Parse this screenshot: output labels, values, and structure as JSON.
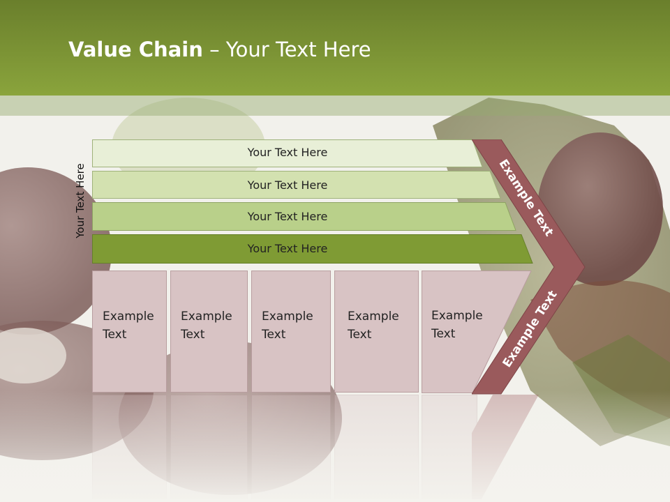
{
  "title": {
    "bold": "Value Chain",
    "rest": " – Your Text Here"
  },
  "side_label": "Your Text Here",
  "rows": [
    {
      "label": "Your Text Here"
    },
    {
      "label": "Your Text Here"
    },
    {
      "label": "Your Text Here"
    },
    {
      "label": "Your Text Here"
    }
  ],
  "boxes": [
    {
      "label": "Example Text"
    },
    {
      "label": "Example Text"
    },
    {
      "label": "Example Text"
    },
    {
      "label": "Example Text"
    },
    {
      "label": "Example Text"
    }
  ],
  "chevron": {
    "upper": "Example Text",
    "lower": "Example Text"
  },
  "colors": {
    "header": "#7a9434",
    "row1": "#e8efd7",
    "row2": "#d3e1b0",
    "row3": "#b9d08a",
    "row4": "#7f9b34",
    "boxes": "#d8c3c4",
    "chevron": "#9a5a5c"
  }
}
